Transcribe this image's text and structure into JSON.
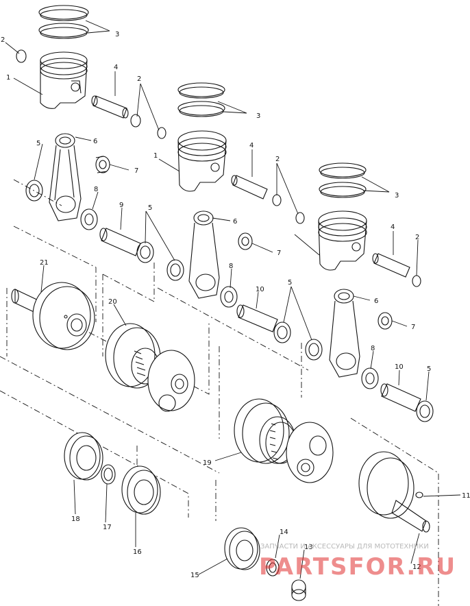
{
  "diagram": {
    "callouts": [
      "1",
      "2",
      "3",
      "4",
      "5",
      "6",
      "7",
      "8",
      "9",
      "10",
      "11",
      "12",
      "13",
      "14",
      "15",
      "16",
      "17",
      "18",
      "19",
      "20",
      "21"
    ]
  },
  "watermark": {
    "subtitle": "ЗАПЧАСТИ И АКСЕССУАРЫ ДЛЯ МОТОТЕХНИКИ",
    "brand": "PARTSFOR.RU",
    "brand_color": "#e03030"
  }
}
